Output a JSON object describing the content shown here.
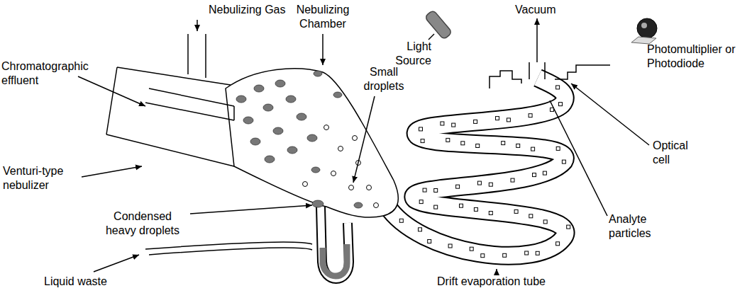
{
  "diagram": {
    "labels": [
      "Nebulizing Gas",
      "Chromatographic effluent",
      "Nebulizing Chamber",
      "Small droplets",
      "Light Source",
      "Vacuum",
      "Photomultiplier or Photodiode",
      "Optical cell",
      "Analyte particles",
      "Venturi-type nebulizer",
      "Condensed heavy droplets",
      "Liquid waste",
      "Drift evaporation tube"
    ]
  }
}
